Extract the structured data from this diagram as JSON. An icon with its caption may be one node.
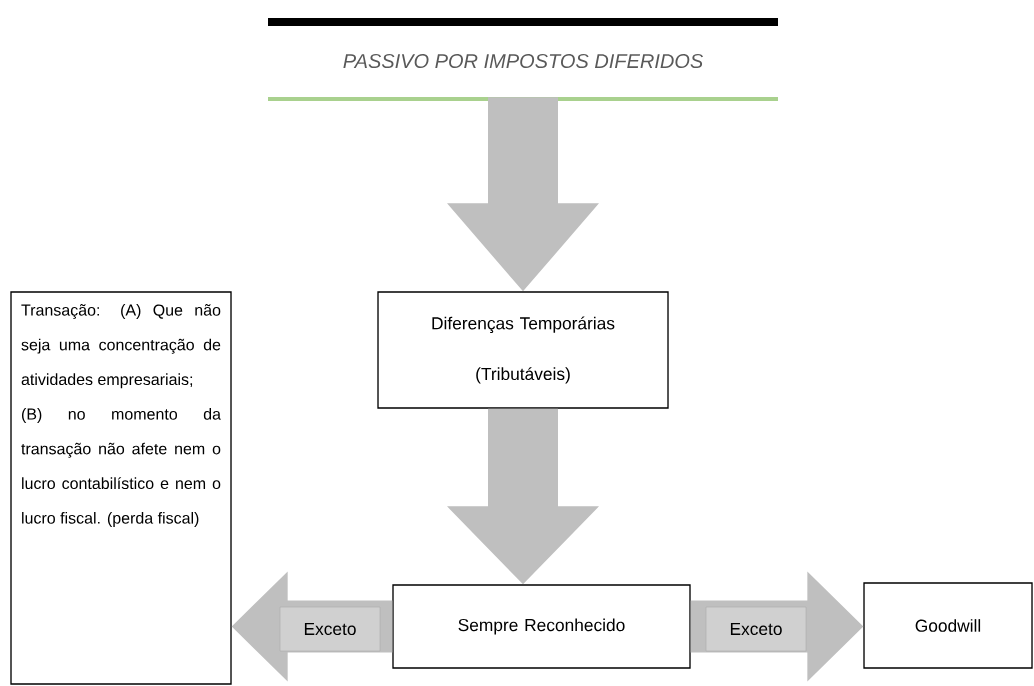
{
  "diagram": {
    "nodes": [
      {
        "text": [
          "PASSIVO POR IMPOSTOS DIFERIDOS"
        ]
      },
      {
        "text": [
          "Transação: (A) Que não seja uma concentração de atividades empresariais;",
          "(B) no momento da transação não afete nem o lucro contabilístico e nem o lucro fiscal. (perda fiscal)"
        ]
      },
      {
        "text": [
          "Diferenças Temporárias",
          "(Tributáveis)"
        ]
      },
      {
        "text": [
          "Sempre Reconhecido"
        ]
      },
      {
        "text": [
          "Goodwill"
        ]
      }
    ],
    "edges": [
      {
        "from": 0,
        "to": 2,
        "arrow": "to"
      },
      {
        "from": 2,
        "to": 3,
        "arrow": "to"
      },
      {
        "from": 3,
        "to": 1,
        "arrow": "to",
        "label": "Exceto"
      },
      {
        "from": 3,
        "to": 4,
        "arrow": "to",
        "label": "Exceto"
      }
    ]
  }
}
